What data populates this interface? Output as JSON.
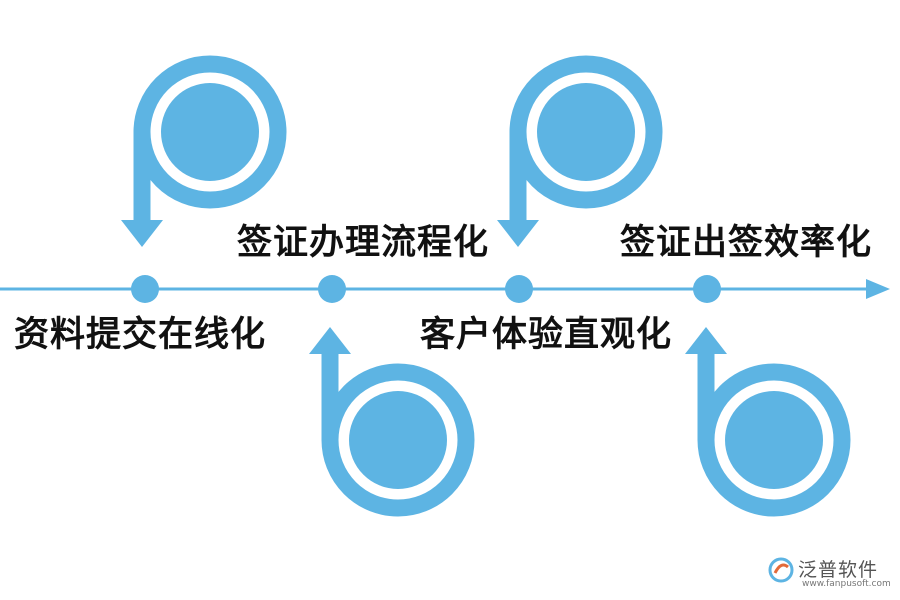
{
  "colors": {
    "accent": "#5db4e3",
    "text": "#111111",
    "background": "#ffffff"
  },
  "steps": [
    {
      "label": "资料提交在线化",
      "icon": "p-shape-arrow-down-icon",
      "position": "top"
    },
    {
      "label": "签证办理流程化",
      "icon": "b-shape-arrow-up-icon",
      "position": "bottom"
    },
    {
      "label": "客户体验直观化",
      "icon": "p-shape-arrow-down-icon",
      "position": "top"
    },
    {
      "label": "签证出签效率化",
      "icon": "b-shape-arrow-up-icon",
      "position": "bottom"
    }
  ],
  "watermark": {
    "name": "泛普软件",
    "url": "www.fanpusoft.com"
  }
}
